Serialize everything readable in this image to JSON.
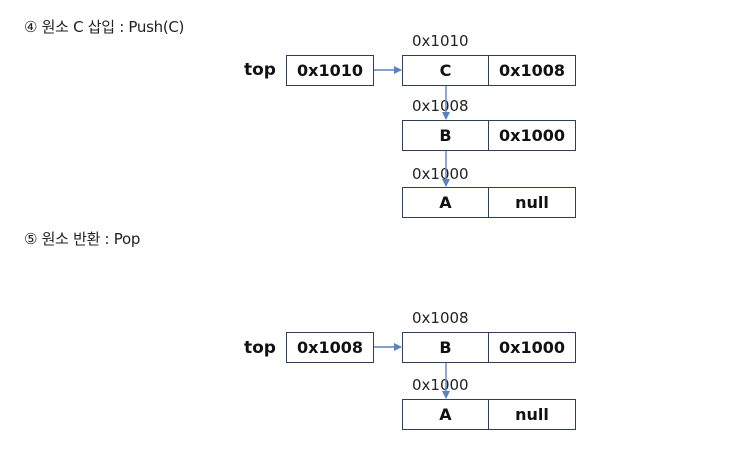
{
  "section4": {
    "heading": "④ 원소 C 삽입 : Push(C)",
    "top_label": "top",
    "top_value": "0x1010",
    "nodes": [
      {
        "address": "0x1010",
        "data": "C",
        "link": "0x1008"
      },
      {
        "address": "0x1008",
        "data": "B",
        "link": "0x1000"
      },
      {
        "address": "0x1000",
        "data": "A",
        "link": "null"
      }
    ]
  },
  "section5": {
    "heading": "⑤ 원소 반환 : Pop",
    "top_label": "top",
    "top_value": "0x1008",
    "nodes": [
      {
        "address": "0x1008",
        "data": "B",
        "link": "0x1000"
      },
      {
        "address": "0x1000",
        "data": "A",
        "link": "null"
      }
    ]
  },
  "colors": {
    "box_border": "#2f3e55",
    "arrow": "#5b82c0"
  }
}
